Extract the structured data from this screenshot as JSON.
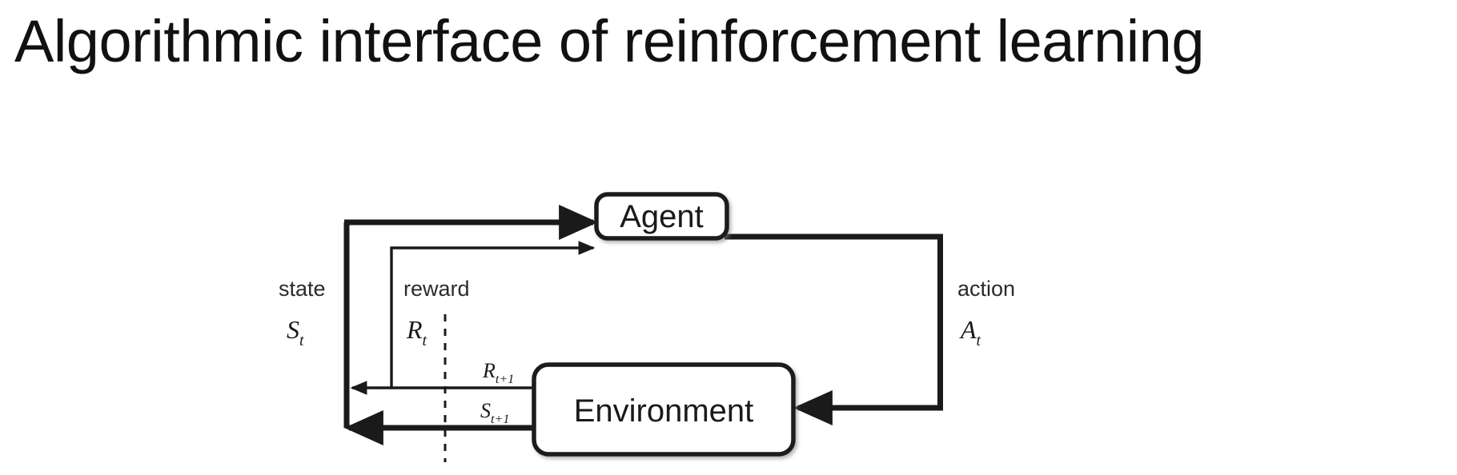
{
  "slide": {
    "title": "Algorithmic interface of reinforcement learning"
  },
  "diagram": {
    "type": "reinforcement-learning-agent-environment-loop",
    "nodes": [
      {
        "id": "agent",
        "label": "Agent"
      },
      {
        "id": "environment",
        "label": "Environment"
      }
    ],
    "edges": [
      {
        "id": "state-to-agent",
        "from": "environment",
        "to": "agent",
        "label_text": "state",
        "label_symbol_base": "S",
        "label_symbol_sub": "t",
        "weight": "thick"
      },
      {
        "id": "reward-to-agent",
        "from": "environment",
        "to": "agent",
        "label_text": "reward",
        "label_symbol_base": "R",
        "label_symbol_sub": "t",
        "weight": "thin"
      },
      {
        "id": "action-to-environment",
        "from": "agent",
        "to": "environment",
        "label_text": "action",
        "label_symbol_base": "A",
        "label_symbol_sub": "t",
        "weight": "thick"
      },
      {
        "id": "next-reward",
        "from": "environment",
        "to": "time-boundary",
        "label_symbol_base": "R",
        "label_symbol_sub": "t+1",
        "weight": "thin"
      },
      {
        "id": "next-state",
        "from": "environment",
        "to": "time-boundary",
        "label_symbol_base": "S",
        "label_symbol_sub": "t+1",
        "weight": "thick"
      }
    ],
    "time_boundary": {
      "id": "time-step-divider",
      "style": "dashed"
    },
    "colors": {
      "stroke": "#1a1a1a",
      "background": "#ffffff",
      "text": "#1a1a1a"
    }
  }
}
